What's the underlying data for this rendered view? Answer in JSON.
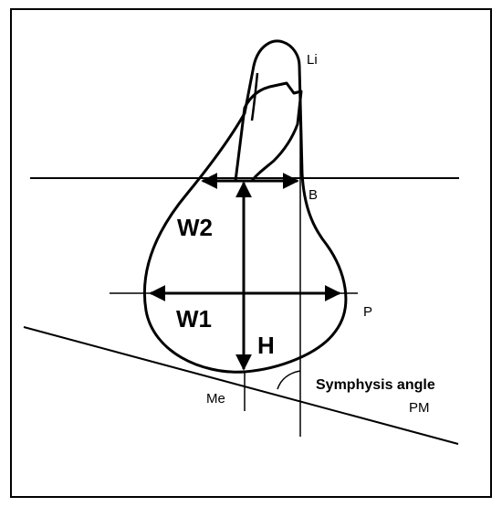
{
  "labels": {
    "li": "Li",
    "b": "B",
    "w2": "W2",
    "p": "P",
    "w1": "W1",
    "h": "H",
    "me": "Me",
    "symphysis_angle": "Symphysis angle",
    "pm": "PM"
  },
  "colors": {
    "stroke": "#000000",
    "background": "#ffffff"
  }
}
